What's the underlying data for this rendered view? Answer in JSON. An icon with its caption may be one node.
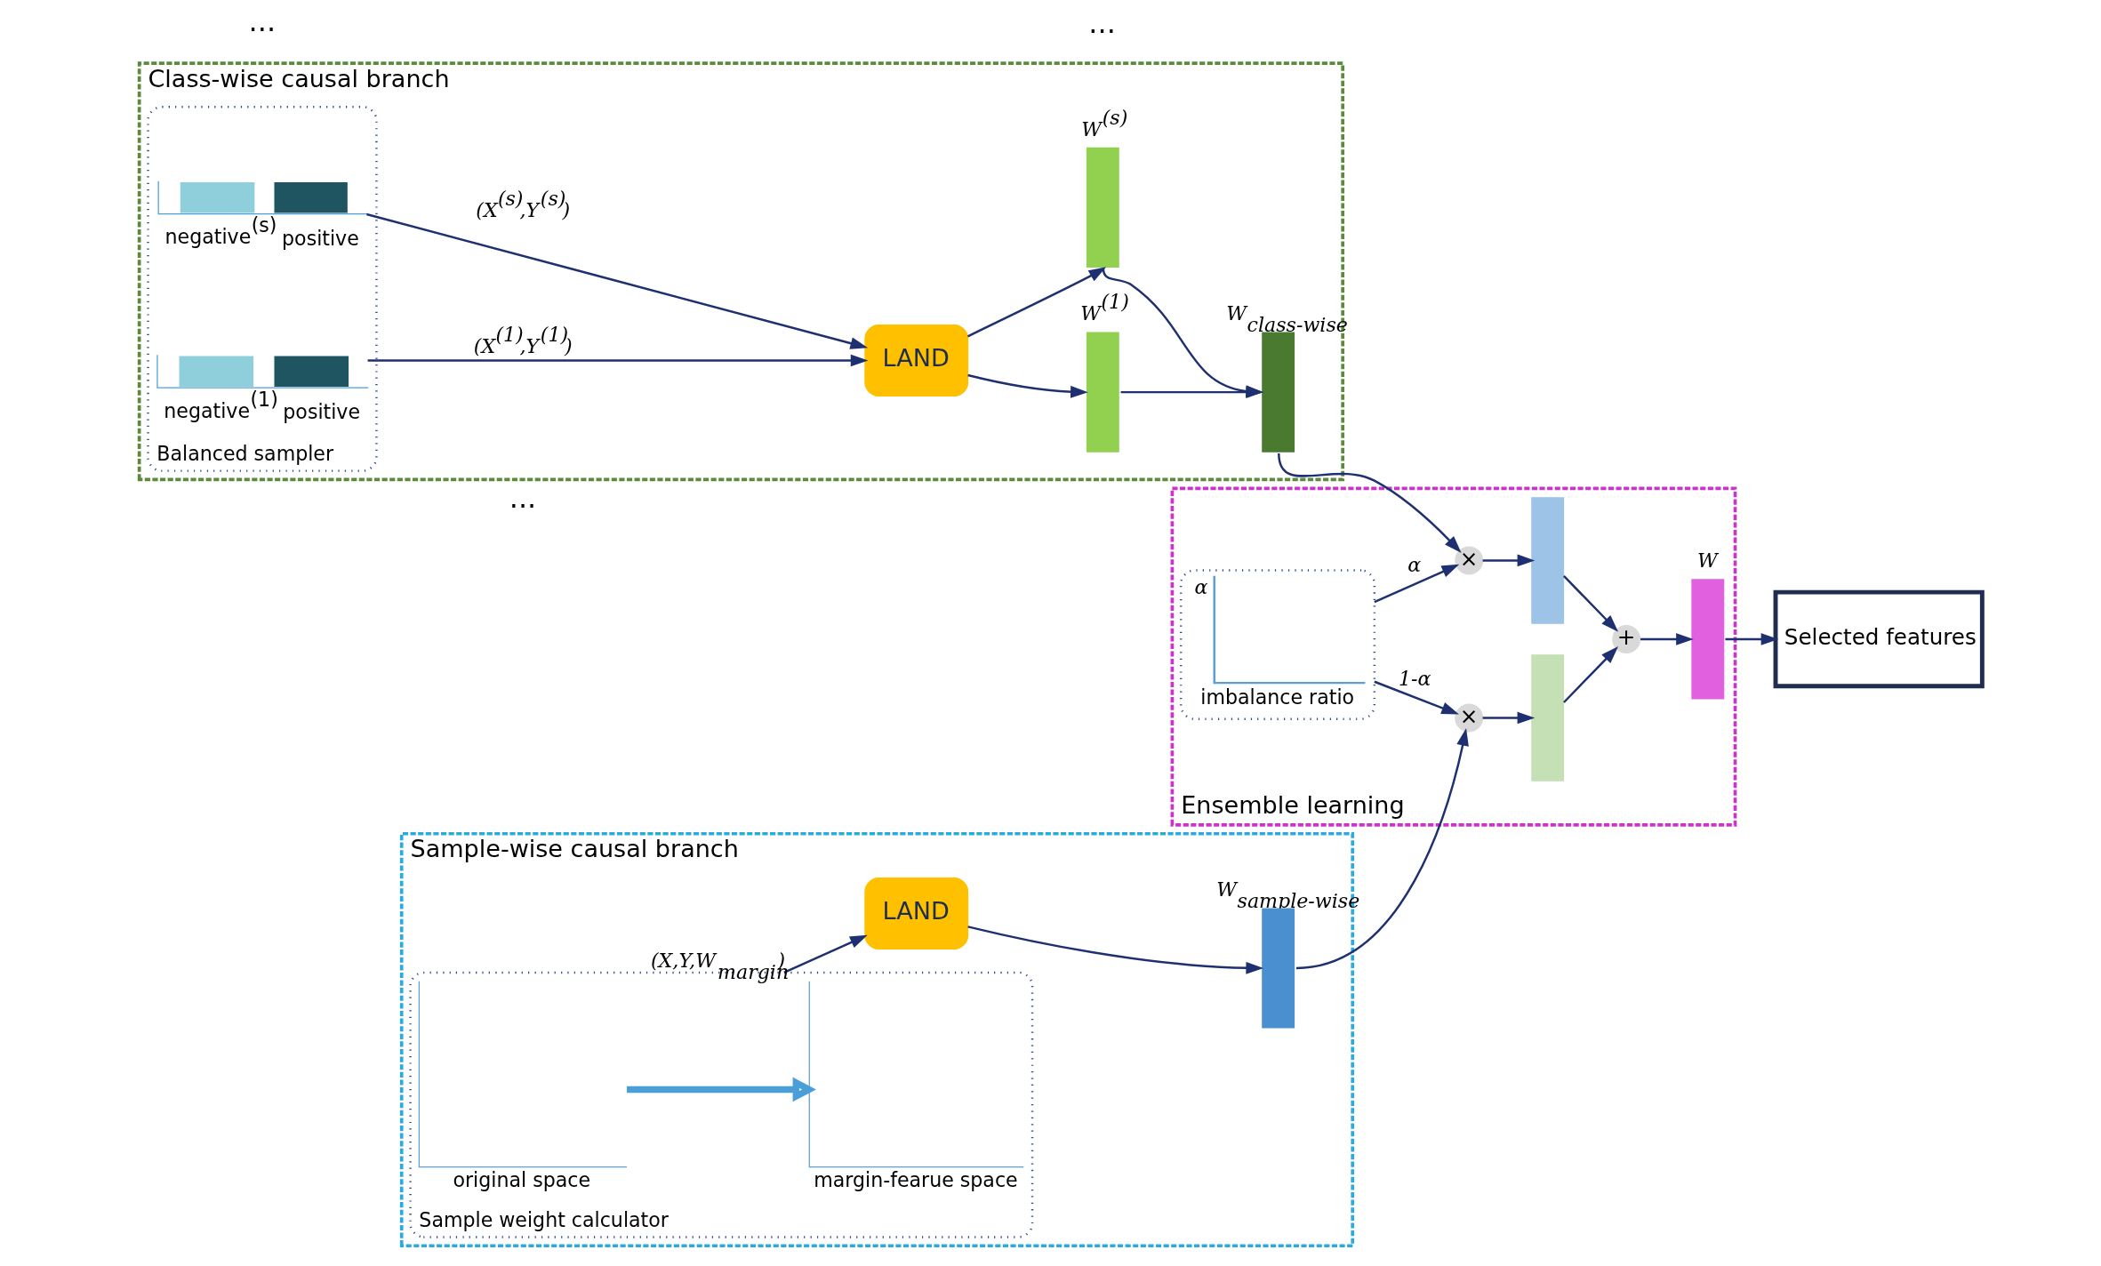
{
  "diagram": {
    "nodes": [
      {
        "text": [
          "Class-wise causal branch"
        ]
      },
      {
        "text": [
          "Balanced sampler"
        ],
        "in": 0
      },
      {
        "text": [
          "negative$^{(1)}$",
          "positive"
        ],
        "in": 1
      },
      {
        "text": [
          "negative$^{(s)}$",
          "positive"
        ],
        "in": 1
      },
      {
        "text": [
          "LAND"
        ],
        "in": 0
      },
      {
        "text": [
          "W$^{(1)}$"
        ],
        "in": 0
      },
      {
        "text": [
          "W$^{(s)}$"
        ],
        "in": 0
      },
      {
        "text": [
          "W$_{class-wise}$"
        ],
        "in": 0
      },
      {
        "text": [
          "Sample-wise causal branch"
        ]
      },
      {
        "text": [
          "Sample weight calculator"
        ],
        "in": 8
      },
      {
        "text": [
          "original space"
        ],
        "in": 9
      },
      {
        "text": [
          "margin-fearue space"
        ],
        "in": 9
      },
      {
        "text": [
          "LAND"
        ],
        "in": 8
      },
      {
        "text": [
          "W$_{sample-wise}$"
        ],
        "in": 8
      },
      {
        "text": [
          "Ensemble learning"
        ]
      },
      {
        "text": [
          "×"
        ],
        "in": 14
      },
      {
        "text": [
          "α",
          "imbalance ratio"
        ],
        "in": 14
      },
      {
        "text": [],
        "shape": "bar",
        "in": 14
      },
      {
        "text": [
          "×"
        ],
        "in": 14
      },
      {
        "text": [],
        "shape": "bar",
        "in": 14
      },
      {
        "text": [
          "+"
        ],
        "in": 14
      },
      {
        "text": [
          "W"
        ],
        "in": 14
      },
      {
        "text": [
          "Selected features"
        ]
      }
    ],
    "edges": [
      {
        "from": 2,
        "to": 4,
        "arrow": "to",
        "label": "(X$^{(1)}$,Y$^{(1)}$)"
      },
      {
        "from": 3,
        "to": 4,
        "arrow": "to",
        "label": "(X$^{(s)}$,Y$^{(s)}$)"
      },
      {
        "from": 4,
        "to": 5,
        "arrow": "to"
      },
      {
        "from": 4,
        "to": 6,
        "arrow": "to"
      },
      {
        "from": 5,
        "to": 7,
        "arrow": "to"
      },
      {
        "from": 6,
        "to": 7,
        "arrow": "to"
      },
      {
        "from": 7,
        "to": 15,
        "arrow": "to"
      },
      {
        "from": 16,
        "to": 15,
        "arrow": "to",
        "label": "α"
      },
      {
        "from": 15,
        "to": 17,
        "arrow": "to"
      },
      {
        "from": 10,
        "to": 11,
        "arrow": "to",
        "style": "thick",
        "color": "#4a9fd8"
      },
      {
        "from": 9,
        "to": 12,
        "arrow": "to",
        "label": "(X,Y,W$_{margin}$)"
      },
      {
        "from": 12,
        "to": 13,
        "arrow": "to"
      },
      {
        "from": 13,
        "to": 18,
        "arrow": "to"
      },
      {
        "from": 16,
        "to": 18,
        "arrow": "to",
        "label": "1-α"
      },
      {
        "from": 18,
        "to": 19,
        "arrow": "to"
      },
      {
        "from": 17,
        "to": 20,
        "arrow": "to"
      },
      {
        "from": 19,
        "to": 20,
        "arrow": "to"
      },
      {
        "from": 20,
        "to": 21,
        "arrow": "to"
      },
      {
        "from": 21,
        "to": 22,
        "arrow": "to"
      }
    ],
    "labels": [
      "···",
      "···",
      "···"
    ]
  }
}
